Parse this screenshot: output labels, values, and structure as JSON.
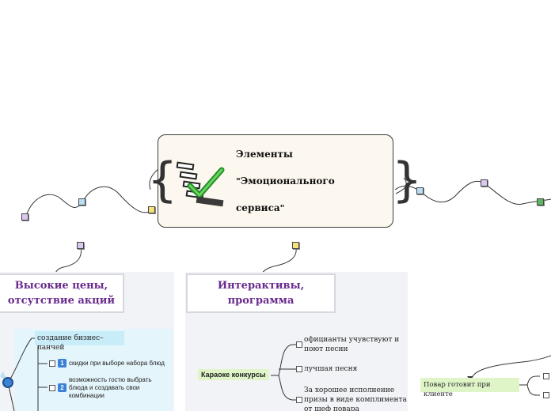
{
  "central": {
    "line1": "Элементы",
    "line2": "Эмоционального",
    "line3": "сервиса",
    "quote_mark": "\"",
    "icon": "checklist-icon"
  },
  "topics": {
    "left": {
      "title_line1": "Высокие цены,",
      "title_line2": "отсутствие акций",
      "subtopic": "создание бизнес–ланчей",
      "items": [
        {
          "badge": "1",
          "text": "скидки при выборе набора блюд"
        },
        {
          "badge": "2",
          "text_line1": "возможность гостю выбрать",
          "text_line2": "блюда и создавать свои",
          "text_line3": "комбинации"
        }
      ]
    },
    "middle": {
      "title_line1": "Интерактивы,",
      "title_line2": "программа",
      "subtopic": "Караоке конкурсы",
      "items": [
        {
          "text_line1": "официанты учувствуют и",
          "text_line2": "поют песни"
        },
        {
          "text": "лучшая песня"
        },
        {
          "text_line1": "За хорошее исполнение",
          "text_line2": "призы в виде комплимента",
          "text_line3": "от шеф повара"
        }
      ]
    },
    "right": {
      "subtopic": "Повар готовит при клиенте"
    }
  },
  "colors": {
    "accent_purple": "#6a2c8e",
    "note_purple": "#d9c8ef",
    "note_blue": "#b9def3",
    "note_yellow": "#f7e27a",
    "note_green": "#5cb85c",
    "node_green": "#dff5c8"
  }
}
